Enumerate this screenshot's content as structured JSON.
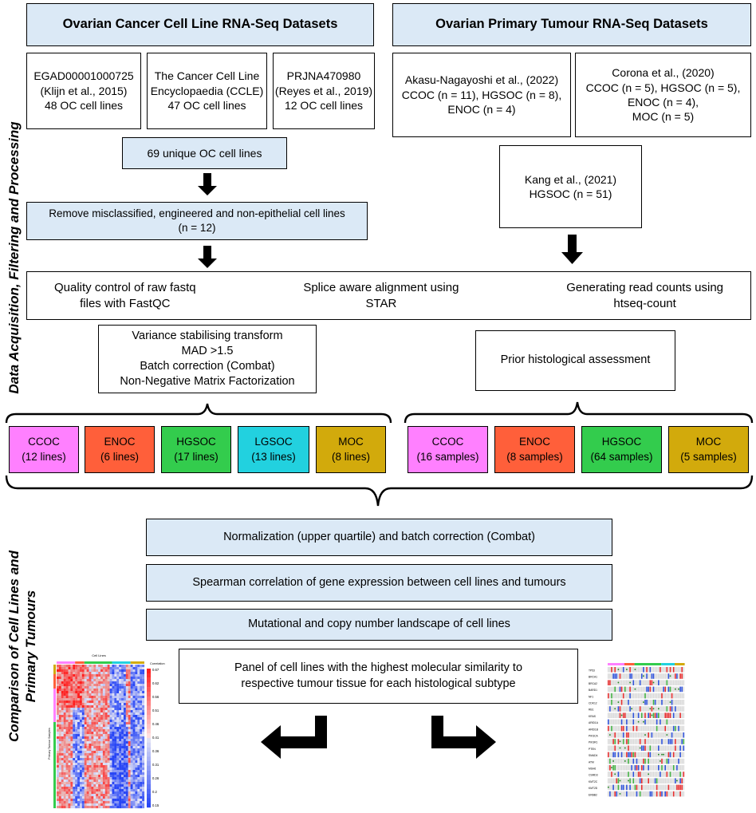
{
  "headers": {
    "cell_lines": "Ovarian Cancer Cell Line RNA-Seq Datasets",
    "tumours": "Ovarian Primary Tumour RNA-Seq Datasets"
  },
  "side_labels": {
    "top": "Data Acquisition, Filtering and Processing",
    "bottom_line1": "Comparison of Cell Lines and",
    "bottom_line2": "Primary Tumours"
  },
  "datasets": {
    "ega": "EGAD00001000725\n(Klijn et al., 2015)\n48 OC cell lines",
    "ccle": "The Cancer Cell Line\nEncyclopaedia (CCLE)\n47 OC cell lines",
    "prjna": "PRJNA470980\n(Reyes et al., 2019)\n12 OC cell lines",
    "akasu": "Akasu-Nagayoshi et al., (2022)\nCCOC (n = 11), HGSOC (n = 8),\nENOC (n = 4)",
    "corona": "Corona et al., (2020)\nCCOC (n = 5), HGSOC (n = 5),\nENOC (n = 4),\nMOC (n = 5)",
    "kang": "Kang et al., (2021)\nHGSOC (n = 51)"
  },
  "steps": {
    "unique": "69 unique OC cell lines",
    "remove": "Remove misclassified, engineered and non-epithelial cell lines\n(n = 12)",
    "qc": "Quality control of raw fastq\nfiles with FastQC",
    "align": "Splice aware alignment using\nSTAR",
    "counts": "Generating read counts using\nhtseq-count",
    "vst": "Variance stabilising transform\nMAD >1.5\nBatch correction (Combat)\nNon-Negative Matrix Factorization",
    "prior": "Prior histological assessment",
    "normalization": "Normalization (upper quartile) and batch correction (Combat)",
    "spearman": "Spearman correlation of gene expression between cell lines and tumours",
    "mutational": "Mutational and copy number landscape of cell lines",
    "panel": "Panel of cell lines with the highest molecular similarity to\nrespective tumour tissue for each histological subtype"
  },
  "cell_line_subtypes": [
    {
      "label": "CCOC\n(12 lines)",
      "color": "#ff80ff"
    },
    {
      "label": "ENOC\n(6 lines)",
      "color": "#ff5f3a"
    },
    {
      "label": "HGSOC\n(17 lines)",
      "color": "#33cc4d"
    },
    {
      "label": "LGSOC\n(13 lines)",
      "color": "#22d1df"
    },
    {
      "label": "MOC\n(8 lines)",
      "color": "#d2aa0c"
    }
  ],
  "tumour_subtypes": [
    {
      "label": "CCOC\n(16 samples)",
      "color": "#ff80ff"
    },
    {
      "label": "ENOC\n(8 samples)",
      "color": "#ff5f3a"
    },
    {
      "label": "HGSOC\n(64 samples)",
      "color": "#33cc4d"
    },
    {
      "label": "MOC\n(5 samples)",
      "color": "#d2aa0c"
    }
  ],
  "heatmap": {
    "title": "Cell Lines",
    "ylabel": "Primary Tumour Samples",
    "legend_title": "Correlation",
    "legend_ticks": [
      "0.67",
      "0.62",
      "0.56",
      "0.51",
      "0.46",
      "0.41",
      "0.36",
      "0.31",
      "0.26",
      "0.2",
      "0.15"
    ]
  },
  "oncoprint": {
    "genes": [
      "TP53",
      "BRCA1",
      "BRCA2",
      "BARD1",
      "NF1",
      "CDK12",
      "RB1",
      "KRAS",
      "ARID1A",
      "ARID1B",
      "PIK3CA",
      "PIK3R1",
      "PTEN",
      "SMAD4",
      "ATM",
      "MSH6",
      "CSMD3",
      "KMT2C",
      "KMT2D",
      "ERBB2"
    ]
  }
}
